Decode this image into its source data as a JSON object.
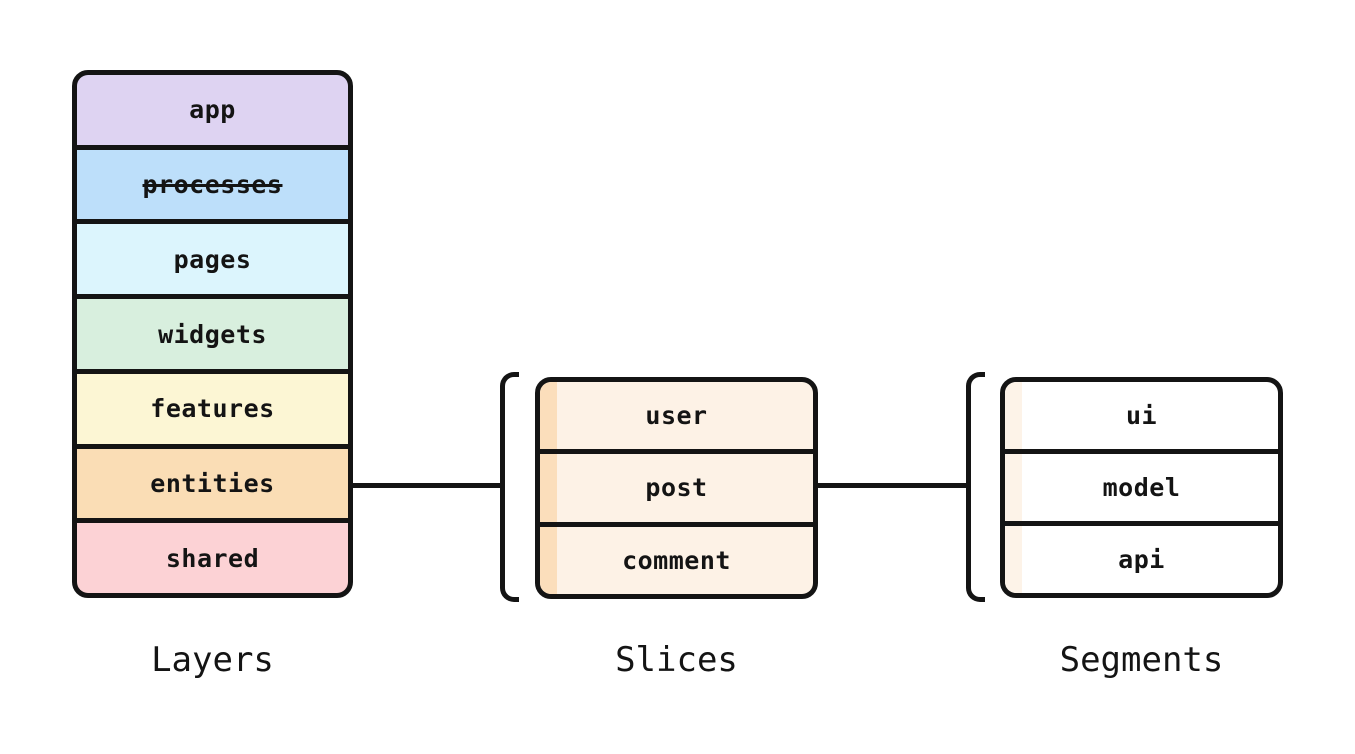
{
  "diagram": {
    "title": "feature-sliced-architecture",
    "stroke_color": "#141414",
    "background_color": "#ffffff",
    "groups": {
      "layers": {
        "label": "Layers",
        "items": [
          {
            "label": "app",
            "fill": "#ded3f2",
            "deprecated": false
          },
          {
            "label": "processes",
            "fill": "#bddffa",
            "deprecated": true
          },
          {
            "label": "pages",
            "fill": "#dcf5fd",
            "deprecated": false
          },
          {
            "label": "widgets",
            "fill": "#d8efde",
            "deprecated": false
          },
          {
            "label": "features",
            "fill": "#fcf6d4",
            "deprecated": false
          },
          {
            "label": "entities",
            "fill": "#faddb5",
            "deprecated": false
          },
          {
            "label": "shared",
            "fill": "#fcd2d5",
            "deprecated": false
          }
        ]
      },
      "slices": {
        "label": "Slices",
        "row_fill": "#fdf2e6",
        "stripe_fill": "#fbdebb",
        "items": [
          {
            "label": "user"
          },
          {
            "label": "post"
          },
          {
            "label": "comment"
          }
        ]
      },
      "segments": {
        "label": "Segments",
        "row_fill": "#ffffff",
        "stripe_fill": "#fdf3e8",
        "items": [
          {
            "label": "ui"
          },
          {
            "label": "model"
          },
          {
            "label": "api"
          }
        ]
      }
    },
    "connections": [
      {
        "from": "entities",
        "to": "slices"
      },
      {
        "from": "post",
        "to": "segments"
      }
    ]
  }
}
